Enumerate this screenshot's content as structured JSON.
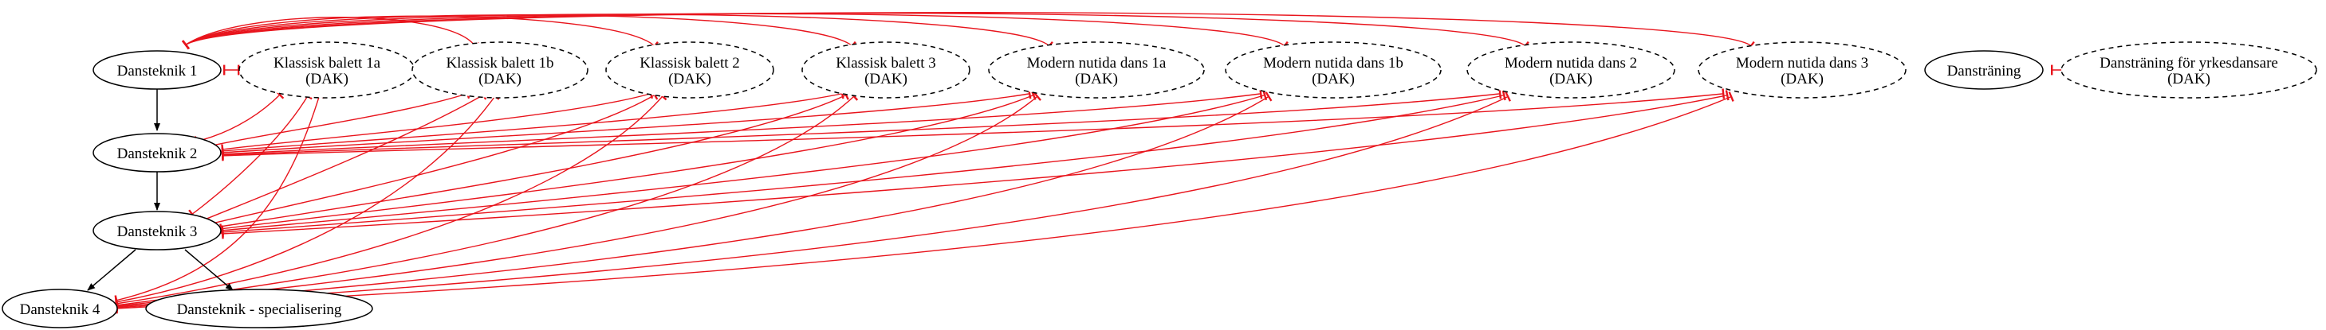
{
  "colors": {
    "solid_edge": "#000000",
    "red_edge": "#e8141c",
    "node_stroke": "#000000",
    "background": "#ffffff"
  },
  "nodes": {
    "d1": {
      "line1": "Dansteknik 1",
      "line2": ""
    },
    "d2": {
      "line1": "Dansteknik 2",
      "line2": ""
    },
    "d3": {
      "line1": "Dansteknik 3",
      "line2": ""
    },
    "d4": {
      "line1": "Dansteknik 4",
      "line2": ""
    },
    "ds": {
      "line1": "Dansteknik - specialisering",
      "line2": ""
    },
    "kb1a": {
      "line1": "Klassisk balett 1a",
      "line2": "(DAK)"
    },
    "kb1b": {
      "line1": "Klassisk balett 1b",
      "line2": "(DAK)"
    },
    "kb2": {
      "line1": "Klassisk balett 2",
      "line2": "(DAK)"
    },
    "kb3": {
      "line1": "Klassisk balett 3",
      "line2": "(DAK)"
    },
    "mn1a": {
      "line1": "Modern nutida dans 1a",
      "line2": "(DAK)"
    },
    "mn1b": {
      "line1": "Modern nutida dans 1b",
      "line2": "(DAK)"
    },
    "mn2": {
      "line1": "Modern nutida dans 2",
      "line2": "(DAK)"
    },
    "mn3": {
      "line1": "Modern nutida dans 3",
      "line2": "(DAK)"
    },
    "dt": {
      "line1": "Dansträning",
      "line2": ""
    },
    "dty": {
      "line1": "Dansträning för yrkesdansare",
      "line2": "(DAK)"
    }
  }
}
